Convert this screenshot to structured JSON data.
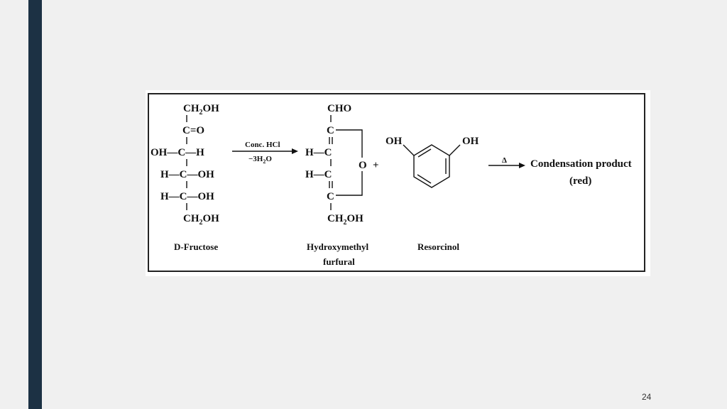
{
  "page_number": "24",
  "fructose": {
    "row1_a": "CH",
    "row1_sub": "2",
    "row1_b": "OH",
    "row2": "C=O",
    "row3": "OH—C—H",
    "row4": "H—C—OH",
    "row5": "H—C—OH",
    "row6_a": "CH",
    "row6_sub": "2",
    "row6_b": "OH",
    "label": "D-Fructose"
  },
  "arrow1": {
    "top": "Conc. HCl",
    "bottom_a": "−3H",
    "bottom_sub": "2",
    "bottom_b": "O"
  },
  "hmf": {
    "cho": "CHO",
    "c1": "C",
    "hc1": "H—C",
    "hc2": "H—C",
    "c2": "C",
    "ring_o": "O",
    "ch2oh_a": "CH",
    "ch2oh_sub": "2",
    "ch2oh_b": "OH",
    "label_line1": "Hydroxymethyl",
    "label_line2": "furfural"
  },
  "plus": "+",
  "resorcinol": {
    "oh_left": "OH",
    "oh_right": "OH",
    "label": "Resorcinol"
  },
  "arrow2": {
    "symbol": "Δ"
  },
  "product": {
    "line1": "Condensation product",
    "line2": "(red)"
  }
}
